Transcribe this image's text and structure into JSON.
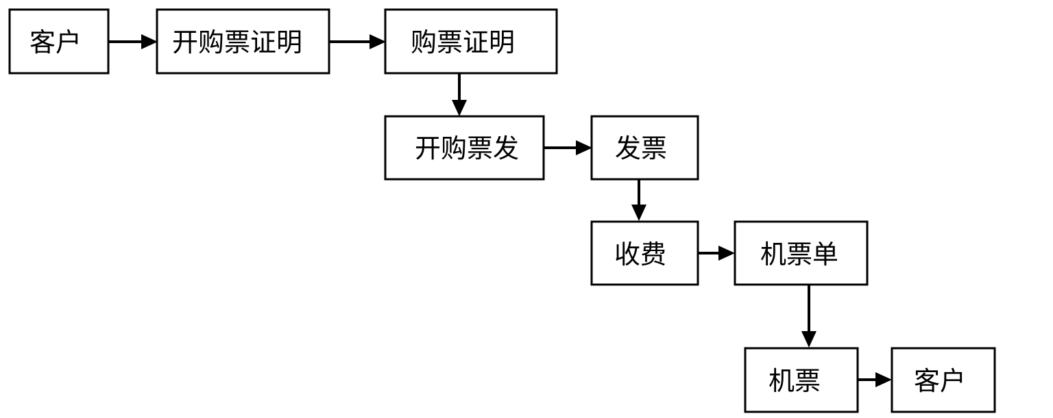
{
  "flowchart": {
    "nodes": [
      {
        "id": "customer-start",
        "label": "客户"
      },
      {
        "id": "issue-purchase-certificate",
        "label": "开购票证明"
      },
      {
        "id": "purchase-certificate",
        "label": "购票证明"
      },
      {
        "id": "issue-purchase-invoice",
        "label": "开购票发"
      },
      {
        "id": "invoice",
        "label": "发票"
      },
      {
        "id": "charge-fee",
        "label": "收费"
      },
      {
        "id": "ticket-order",
        "label": "机票单"
      },
      {
        "id": "air-ticket",
        "label": "机票"
      },
      {
        "id": "customer-end",
        "label": "客户"
      }
    ],
    "edges": [
      {
        "from": "customer-start",
        "to": "issue-purchase-certificate"
      },
      {
        "from": "issue-purchase-certificate",
        "to": "purchase-certificate"
      },
      {
        "from": "purchase-certificate",
        "to": "issue-purchase-invoice"
      },
      {
        "from": "issue-purchase-invoice",
        "to": "invoice"
      },
      {
        "from": "invoice",
        "to": "charge-fee"
      },
      {
        "from": "charge-fee",
        "to": "ticket-order"
      },
      {
        "from": "ticket-order",
        "to": "air-ticket"
      },
      {
        "from": "air-ticket",
        "to": "customer-end"
      }
    ]
  }
}
